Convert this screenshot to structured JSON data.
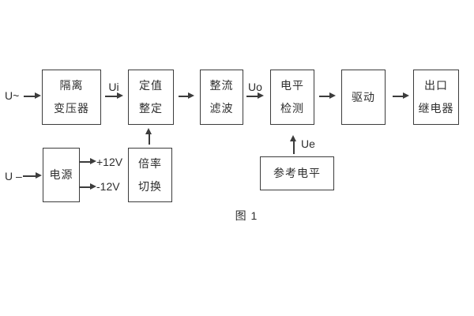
{
  "diagram": {
    "caption": "图 1",
    "inputs": {
      "ac": "U~",
      "dc": "U –"
    },
    "signals": {
      "ui": "Ui",
      "uo": "Uo",
      "ue": "Ue",
      "plus12": "+12V",
      "minus12": "-12V"
    },
    "blocks": {
      "isolation_transformer": {
        "line1": "隔离",
        "line2": "变压器"
      },
      "setting_adjust": {
        "line1": "定值",
        "line2": "整定"
      },
      "rectifier_filter": {
        "line1": "整流",
        "line2": "滤波"
      },
      "level_detect": {
        "line1": "电平",
        "line2": "检测"
      },
      "drive": {
        "line1": "驱动"
      },
      "output_relay": {
        "line1": "出口",
        "line2": "继电器"
      },
      "power": {
        "line1": "电源"
      },
      "ratio_switch": {
        "line1": "倍率",
        "line2": "切换"
      },
      "reference_level": {
        "line1": "参考电平"
      }
    },
    "colors": {
      "line": "#3c3c3c",
      "text": "#2e2e2e",
      "background": "#ffffff"
    }
  }
}
